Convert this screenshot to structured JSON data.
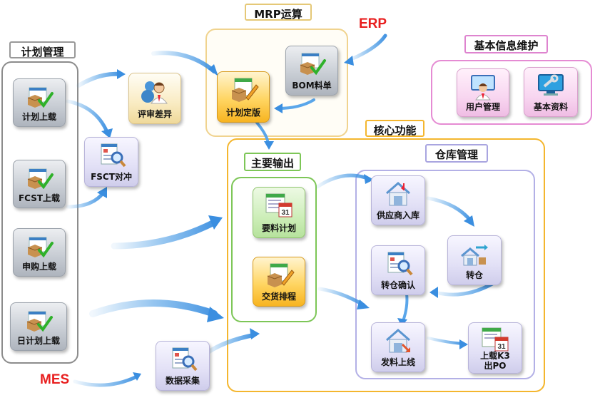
{
  "groups": {
    "plan_mgmt": "计划管理",
    "mrp": "MRP运算",
    "basic_info": "基本信息维护",
    "core": "核心功能",
    "main_output": "主要输出",
    "warehouse": "仓库管理"
  },
  "external": {
    "erp": "ERP",
    "mes": "MES"
  },
  "tiles": {
    "plan_upload": "计划上载",
    "fcst_upload": "FCST上载",
    "purchase_upload": "申购上载",
    "daily_plan_upload": "日计划上载",
    "fcst_offset": "FSCT对冲",
    "review_diff": "评审差异",
    "plan_finalize": "计划定版",
    "bom": "BOM料单",
    "user_mgmt": "用户管理",
    "basic_data": "基本资料",
    "material_plan": "要料计划",
    "delivery_schedule": "交货排程",
    "supplier_inbound": "供应商入库",
    "transfer": "转仓",
    "transfer_confirm": "转仓确认",
    "material_online": "发料上线",
    "upload_k3_l1": "上载K3",
    "upload_k3_l2": "出PO",
    "data_collection": "数据采集"
  }
}
